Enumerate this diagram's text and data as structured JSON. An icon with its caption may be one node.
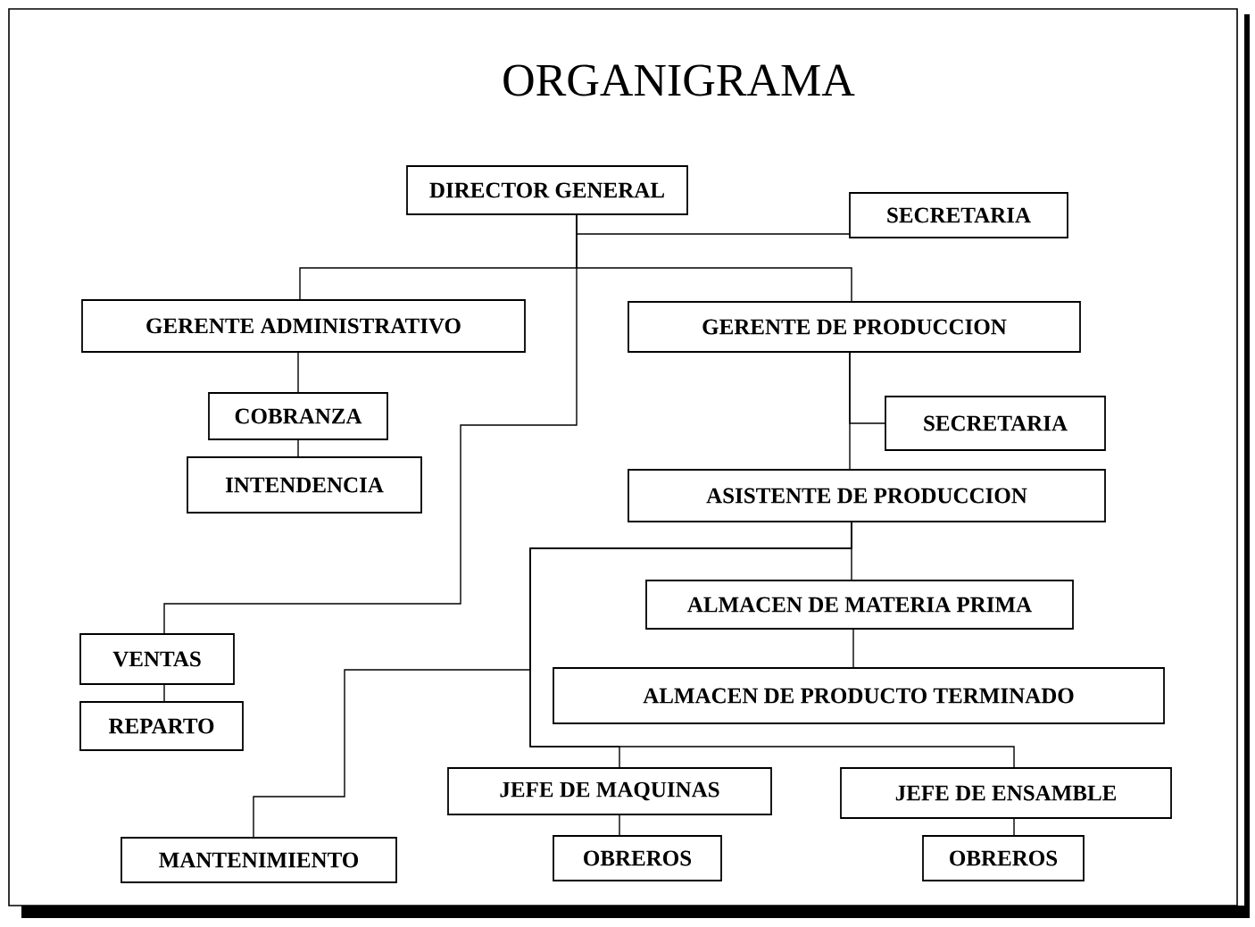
{
  "diagram": {
    "title": "ORGANIGRAMA",
    "nodes": [
      {
        "text": [
          "DIRECTOR GENERAL"
        ]
      },
      {
        "text": [
          "SECRETARIA"
        ]
      },
      {
        "text": [
          "GERENTE ADMINISTRATIVO"
        ]
      },
      {
        "text": [
          "GERENTE DE PRODUCCION"
        ]
      },
      {
        "text": [
          "COBRANZA"
        ]
      },
      {
        "text": [
          "INTENDENCIA"
        ]
      },
      {
        "text": [
          "SECRETARIA"
        ]
      },
      {
        "text": [
          "ASISTENTE DE PRODUCCION"
        ]
      },
      {
        "text": [
          "VENTAS"
        ]
      },
      {
        "text": [
          "REPARTO"
        ]
      },
      {
        "text": [
          "ALMACEN DE MATERIA PRIMA"
        ]
      },
      {
        "text": [
          "ALMACEN DE PRODUCTO TERMINADO"
        ]
      },
      {
        "text": [
          "JEFE DE MAQUINAS"
        ]
      },
      {
        "text": [
          "JEFE DE ENSAMBLE"
        ]
      },
      {
        "text": [
          "MANTENIMIENTO"
        ]
      },
      {
        "text": [
          "OBREROS"
        ]
      },
      {
        "text": [
          "OBREROS"
        ]
      }
    ],
    "edges": [
      {
        "from": 0,
        "to": 1,
        "arrow": "none"
      },
      {
        "from": 0,
        "to": 2,
        "arrow": "none"
      },
      {
        "from": 0,
        "to": 3,
        "arrow": "none"
      },
      {
        "from": 0,
        "to": 8,
        "arrow": "none"
      },
      {
        "from": 2,
        "to": 4,
        "arrow": "none"
      },
      {
        "from": 4,
        "to": 5,
        "arrow": "none"
      },
      {
        "from": 3,
        "to": 6,
        "arrow": "none"
      },
      {
        "from": 3,
        "to": 7,
        "arrow": "none"
      },
      {
        "from": 8,
        "to": 9,
        "arrow": "none"
      },
      {
        "from": 7,
        "to": 10,
        "arrow": "none"
      },
      {
        "from": 10,
        "to": 11,
        "arrow": "none"
      },
      {
        "from": 7,
        "to": 12,
        "arrow": "none"
      },
      {
        "from": 7,
        "to": 13,
        "arrow": "none"
      },
      {
        "from": 7,
        "to": 14,
        "arrow": "none"
      },
      {
        "from": 12,
        "to": 15,
        "arrow": "none"
      },
      {
        "from": 13,
        "to": 16,
        "arrow": "none"
      }
    ]
  }
}
